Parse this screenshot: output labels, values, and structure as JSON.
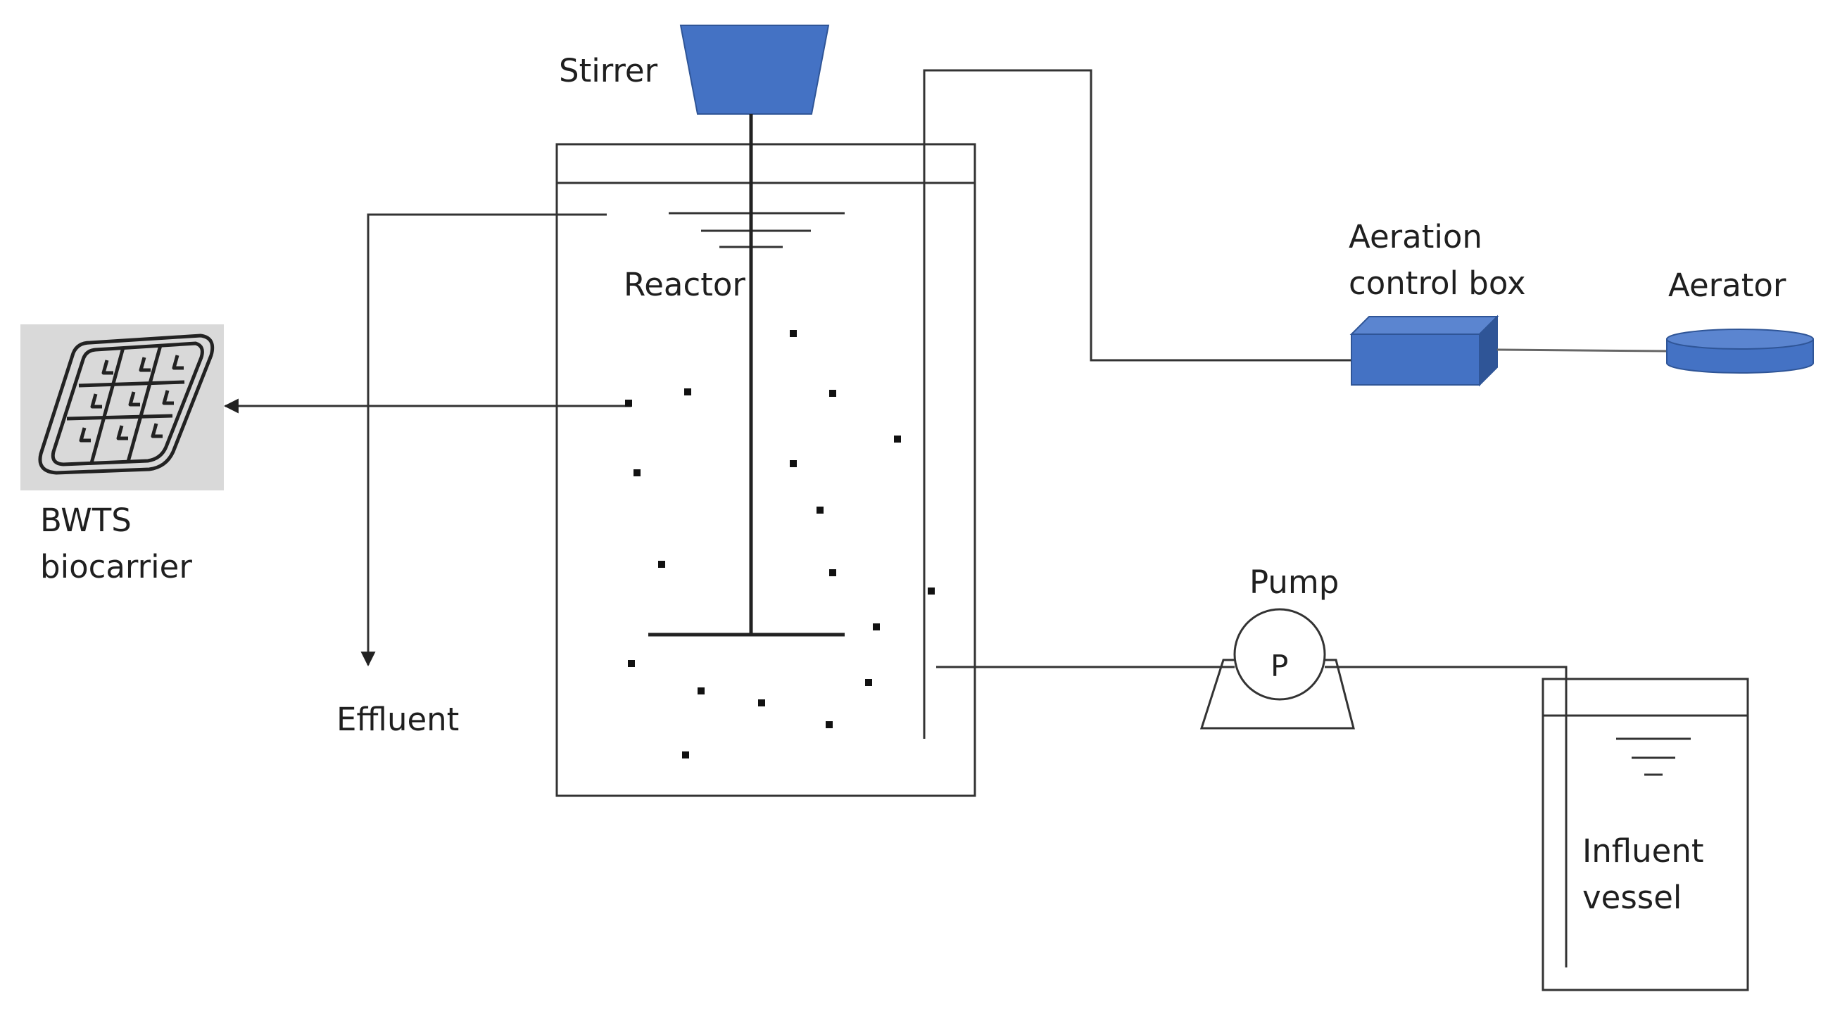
{
  "labels": {
    "stirrer": "Stirrer",
    "reactor": "Reactor",
    "aeration_control_box": [
      "Aeration",
      "control box"
    ],
    "aerator": "Aerator",
    "biocarrier": [
      "BWTS",
      "biocarrier"
    ],
    "effluent": "Effluent",
    "pump": "Pump",
    "pump_symbol": "P",
    "influent_vessel": [
      "Influent",
      "vessel"
    ]
  },
  "colors": {
    "equipment_blue": "#4472c4",
    "equipment_blue_dark": "#2f5597",
    "line": "#333333",
    "particle": "#111111",
    "biocarrier_background": "#d9d9d9"
  }
}
